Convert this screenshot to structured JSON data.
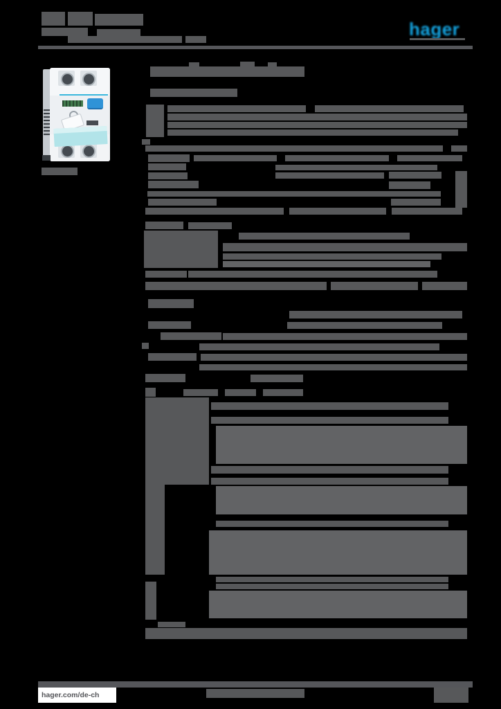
{
  "colors": {
    "background": "#000000",
    "redaction": "#57585a",
    "redaction_light": "#626365",
    "brand_blue": "#14a3df",
    "divider": "#55565a"
  },
  "header": {
    "logo_text": "hager",
    "title_redacted": true
  },
  "product": {
    "photo": "two-pole-residual-current-circuit-breaker",
    "caption_redacted": true
  },
  "footer": {
    "website": "hager.com/de-ch"
  },
  "redactions": [
    [
      60,
      17,
      34,
      20
    ],
    [
      98,
      17,
      36,
      20
    ],
    [
      137,
      20,
      70,
      17
    ],
    [
      60,
      40,
      67,
      12
    ],
    [
      140,
      42,
      63,
      10
    ],
    [
      98,
      52,
      165,
      10
    ],
    [
      268,
      52,
      30,
      10
    ],
    [
      592,
      55,
      80,
      3
    ],
    [
      60,
      242,
      52,
      11
    ],
    [
      273,
      90,
      15,
      7
    ],
    [
      347,
      89,
      21,
      8
    ],
    [
      387,
      90,
      13,
      7
    ],
    [
      217,
      96,
      223,
      15
    ],
    [
      217,
      128,
      126,
      12
    ],
    [
      211,
      151,
      26,
      47
    ],
    [
      242,
      152,
      200,
      10
    ],
    [
      455,
      152,
      215,
      10
    ],
    [
      242,
      164,
      433,
      10
    ],
    [
      242,
      176,
      433,
      9
    ],
    [
      242,
      187,
      420,
      9
    ],
    [
      205,
      201,
      12,
      8
    ],
    [
      210,
      210,
      430,
      9
    ],
    [
      652,
      210,
      23,
      9
    ],
    [
      214,
      223,
      60,
      11
    ],
    [
      280,
      224,
      120,
      9
    ],
    [
      412,
      224,
      150,
      9
    ],
    [
      574,
      224,
      94,
      9
    ],
    [
      214,
      236,
      55,
      10
    ],
    [
      398,
      238,
      234,
      8
    ],
    [
      214,
      249,
      57,
      10
    ],
    [
      398,
      249,
      157,
      9
    ],
    [
      562,
      248,
      76,
      10
    ],
    [
      658,
      247,
      17,
      53
    ],
    [
      214,
      261,
      73,
      11
    ],
    [
      562,
      262,
      60,
      11
    ],
    [
      213,
      276,
      424,
      8
    ],
    [
      214,
      287,
      99,
      10
    ],
    [
      565,
      287,
      72,
      10
    ],
    [
      210,
      300,
      200,
      10
    ],
    [
      418,
      300,
      140,
      10
    ],
    [
      566,
      300,
      102,
      10
    ],
    [
      210,
      320,
      55,
      11
    ],
    [
      272,
      321,
      63,
      10
    ],
    [
      208,
      333,
      107,
      54
    ],
    [
      345,
      336,
      247,
      10
    ],
    [
      322,
      351,
      353,
      12
    ],
    [
      322,
      366,
      316,
      9
    ],
    [
      322,
      377,
      300,
      9,
      "b"
    ],
    [
      210,
      391,
      60,
      10
    ],
    [
      272,
      391,
      360,
      10
    ],
    [
      210,
      407,
      262,
      12
    ],
    [
      478,
      407,
      126,
      12
    ],
    [
      610,
      407,
      65,
      12
    ],
    [
      214,
      432,
      66,
      13
    ],
    [
      418,
      449,
      250,
      11
    ],
    [
      214,
      464,
      62,
      11
    ],
    [
      415,
      465,
      224,
      10
    ],
    [
      232,
      480,
      88,
      11
    ],
    [
      322,
      481,
      353,
      10
    ],
    [
      205,
      495,
      10,
      9
    ],
    [
      288,
      496,
      347,
      10
    ],
    [
      214,
      510,
      70,
      11
    ],
    [
      290,
      511,
      385,
      10
    ],
    [
      288,
      526,
      387,
      9
    ],
    [
      210,
      540,
      58,
      12
    ],
    [
      362,
      541,
      76,
      11
    ],
    [
      210,
      560,
      15,
      13
    ],
    [
      265,
      562,
      50,
      10
    ],
    [
      325,
      562,
      45,
      10
    ],
    [
      380,
      562,
      58,
      10
    ],
    [
      210,
      574,
      92,
      126
    ],
    [
      305,
      581,
      343,
      11
    ],
    [
      305,
      602,
      343,
      10
    ],
    [
      312,
      615,
      363,
      55,
      "b"
    ],
    [
      305,
      673,
      343,
      11
    ],
    [
      305,
      690,
      343,
      10
    ],
    [
      312,
      702,
      363,
      41,
      "b"
    ],
    [
      312,
      752,
      336,
      9
    ],
    [
      302,
      766,
      373,
      64,
      "b"
    ],
    [
      312,
      833,
      336,
      8
    ],
    [
      312,
      843,
      336,
      8
    ],
    [
      302,
      853,
      373,
      40,
      "b"
    ],
    [
      210,
      700,
      28,
      130
    ],
    [
      210,
      840,
      16,
      55
    ],
    [
      228,
      898,
      40,
      8
    ],
    [
      210,
      907,
      465,
      16
    ],
    [
      298,
      995,
      142,
      13
    ],
    [
      627,
      986,
      50,
      29
    ]
  ]
}
